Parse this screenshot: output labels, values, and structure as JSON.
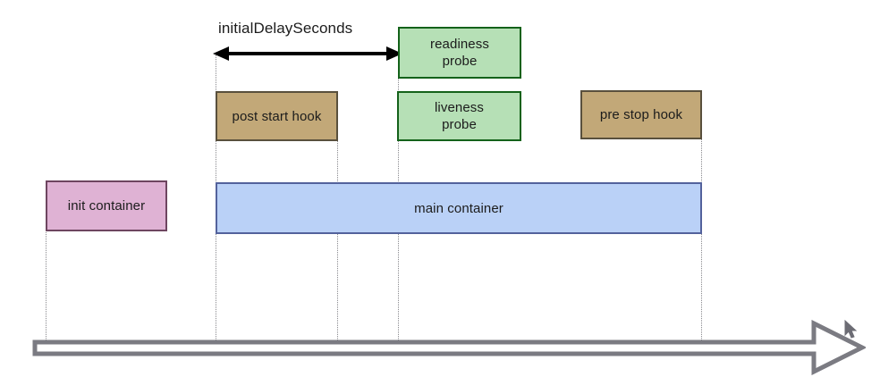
{
  "diagram": {
    "title_label": "initialDelaySeconds",
    "boxes": {
      "readiness_probe": "readiness\nprobe",
      "readiness_probe_line1": "readiness",
      "readiness_probe_line2": "probe",
      "liveness_probe_line1": "liveness",
      "liveness_probe_line2": "probe",
      "post_start_hook": "post start hook",
      "pre_stop_hook": "pre stop hook",
      "init_container": "init container",
      "main_container": "main container"
    },
    "colors": {
      "probe_fill": "#b6e0b6",
      "probe_border": "#14621a",
      "hook_fill": "#c2a878",
      "hook_border": "#59503d",
      "init_fill": "#dfb2d4",
      "init_border": "#6e4560",
      "main_fill": "#bad1f7",
      "main_border": "#53629c",
      "guide_line": "#8a8a8f",
      "timeline_arrow": "#7b7b82",
      "delay_arrow": "#000000",
      "text": "#1c1c1c",
      "background": "#ffffff"
    },
    "icons": {
      "timeline": "right-arrow-icon",
      "delay_span": "double-headed-arrow-icon",
      "pointer": "mouse-cursor-icon"
    }
  }
}
